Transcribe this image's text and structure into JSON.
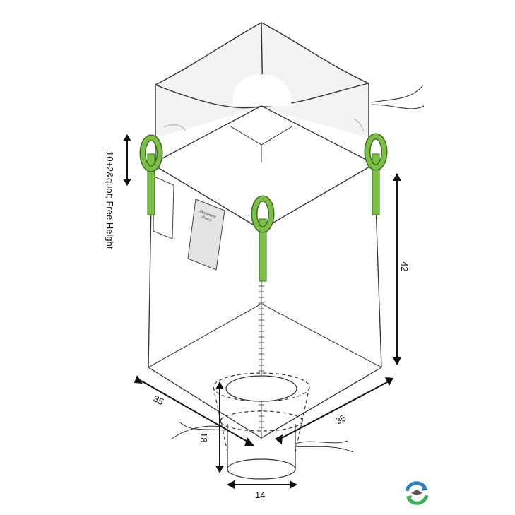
{
  "labels": {
    "free_height": "10+2&quot; Free Height",
    "height": "42",
    "width_left": "35",
    "width_right": "35",
    "spout_height": "18",
    "spout_diameter": "14",
    "pouch_line1": "Document",
    "pouch_line2": "Pouch"
  },
  "colors": {
    "loop": "#7cbf45",
    "loop_dark": "#3e6f22",
    "outline": "#333333",
    "pouch": "#e4e4e4"
  },
  "icons": {
    "logo": "recycle-logo-icon"
  }
}
